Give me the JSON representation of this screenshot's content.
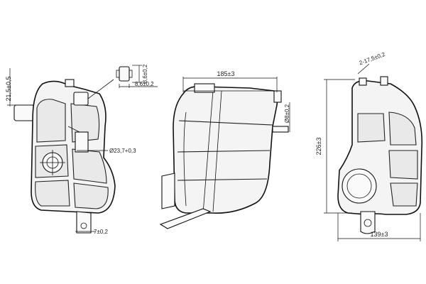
{
  "dimensions": {
    "hose_diameter": "21,5±0,5",
    "sensor_height": "8,6±0,2",
    "sensor_width": "8,6±0,2",
    "cap_diameter": "Ø23,7+0,3",
    "bracket_width": "7±0,2",
    "side_length": "185±3",
    "side_outlet": "Ø8±0,2",
    "side_inlet": "2-17,5±0,2",
    "height": "226±3",
    "width": "139±3"
  }
}
